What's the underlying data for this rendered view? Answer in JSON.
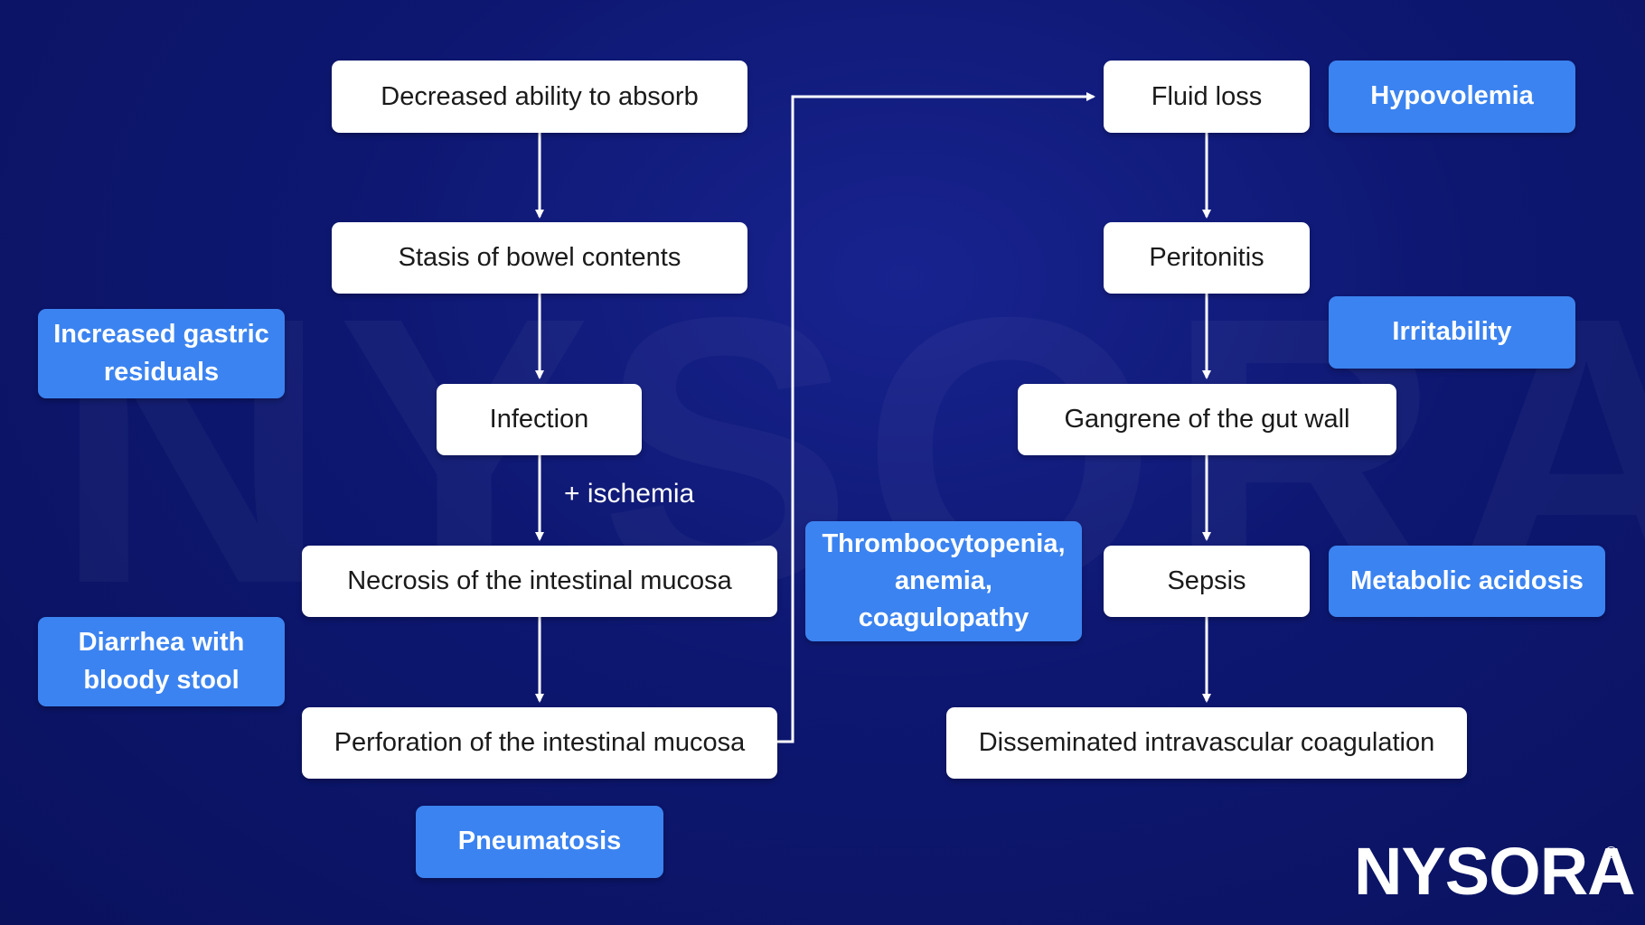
{
  "watermark": "NYSORA",
  "flow_left": {
    "decreased_absorb": "Decreased ability to absorb",
    "stasis": "Stasis of bowel contents",
    "infection": "Infection",
    "ischemia_label": "+ ischemia",
    "necrosis": "Necrosis of the intestinal mucosa",
    "perforation": "Perforation of the intestinal mucosa"
  },
  "flow_right": {
    "fluid_loss": "Fluid loss",
    "peritonitis": "Peritonitis",
    "gangrene": "Gangrene of the gut wall",
    "sepsis": "Sepsis",
    "dic": "Disseminated intravascular coagulation"
  },
  "symptoms": {
    "gastric_residuals": "Increased gastric\nresiduals",
    "diarrhea": "Diarrhea with\nbloody stool",
    "pneumatosis": "Pneumatosis",
    "thrombocytopenia": "Thrombocytopenia,\nanemia,\ncoagulopathy",
    "hypovolemia": "Hypovolemia",
    "irritability": "Irritability",
    "metabolic_acidosis": "Metabolic acidosis"
  },
  "logo": {
    "text": "NYSORA",
    "copyright": "©"
  },
  "colors": {
    "background": "#0d1770",
    "node": "#ffffff",
    "symptom": "#3b83f0",
    "arrow": "#ffffff"
  }
}
